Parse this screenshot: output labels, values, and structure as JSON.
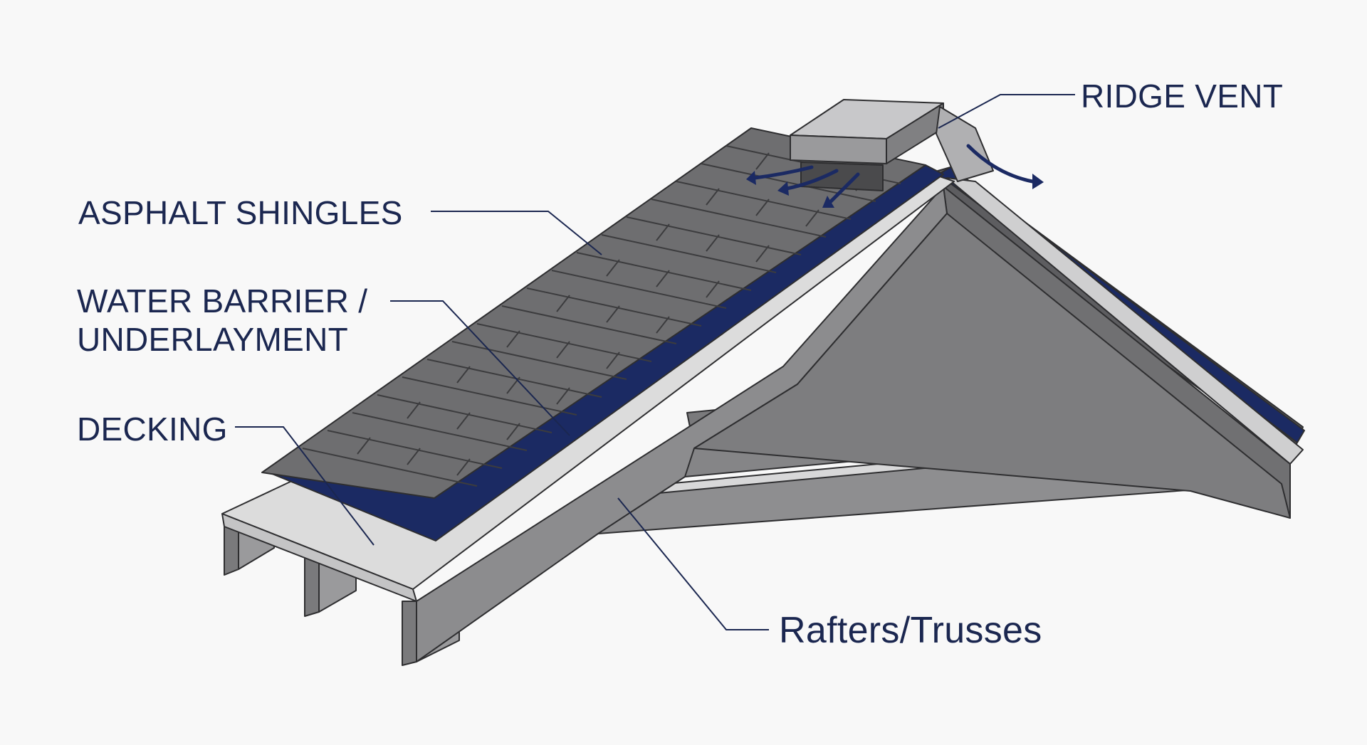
{
  "diagram": {
    "labels": {
      "ridge_vent": "RIDGE VENT",
      "asphalt_shingles": "ASPHALT SHINGLES",
      "water_barrier_line1": "WATER BARRIER /",
      "water_barrier_line2": "UNDERLAYMENT",
      "decking": "DECKING",
      "rafters": "Rafters/Trusses"
    },
    "colors": {
      "background": "#f8f8f8",
      "label_text": "#1b2750",
      "leader_line": "#1b2750",
      "shingle": "#6e6e70",
      "shingle_edge": "#3c3c3e",
      "underlayment": "#1b2a63",
      "decking": "#dcdcdc",
      "truss_face": "#8c8c8e",
      "truss_dark": "#6a6a6c",
      "outline": "#2e2e30"
    }
  }
}
